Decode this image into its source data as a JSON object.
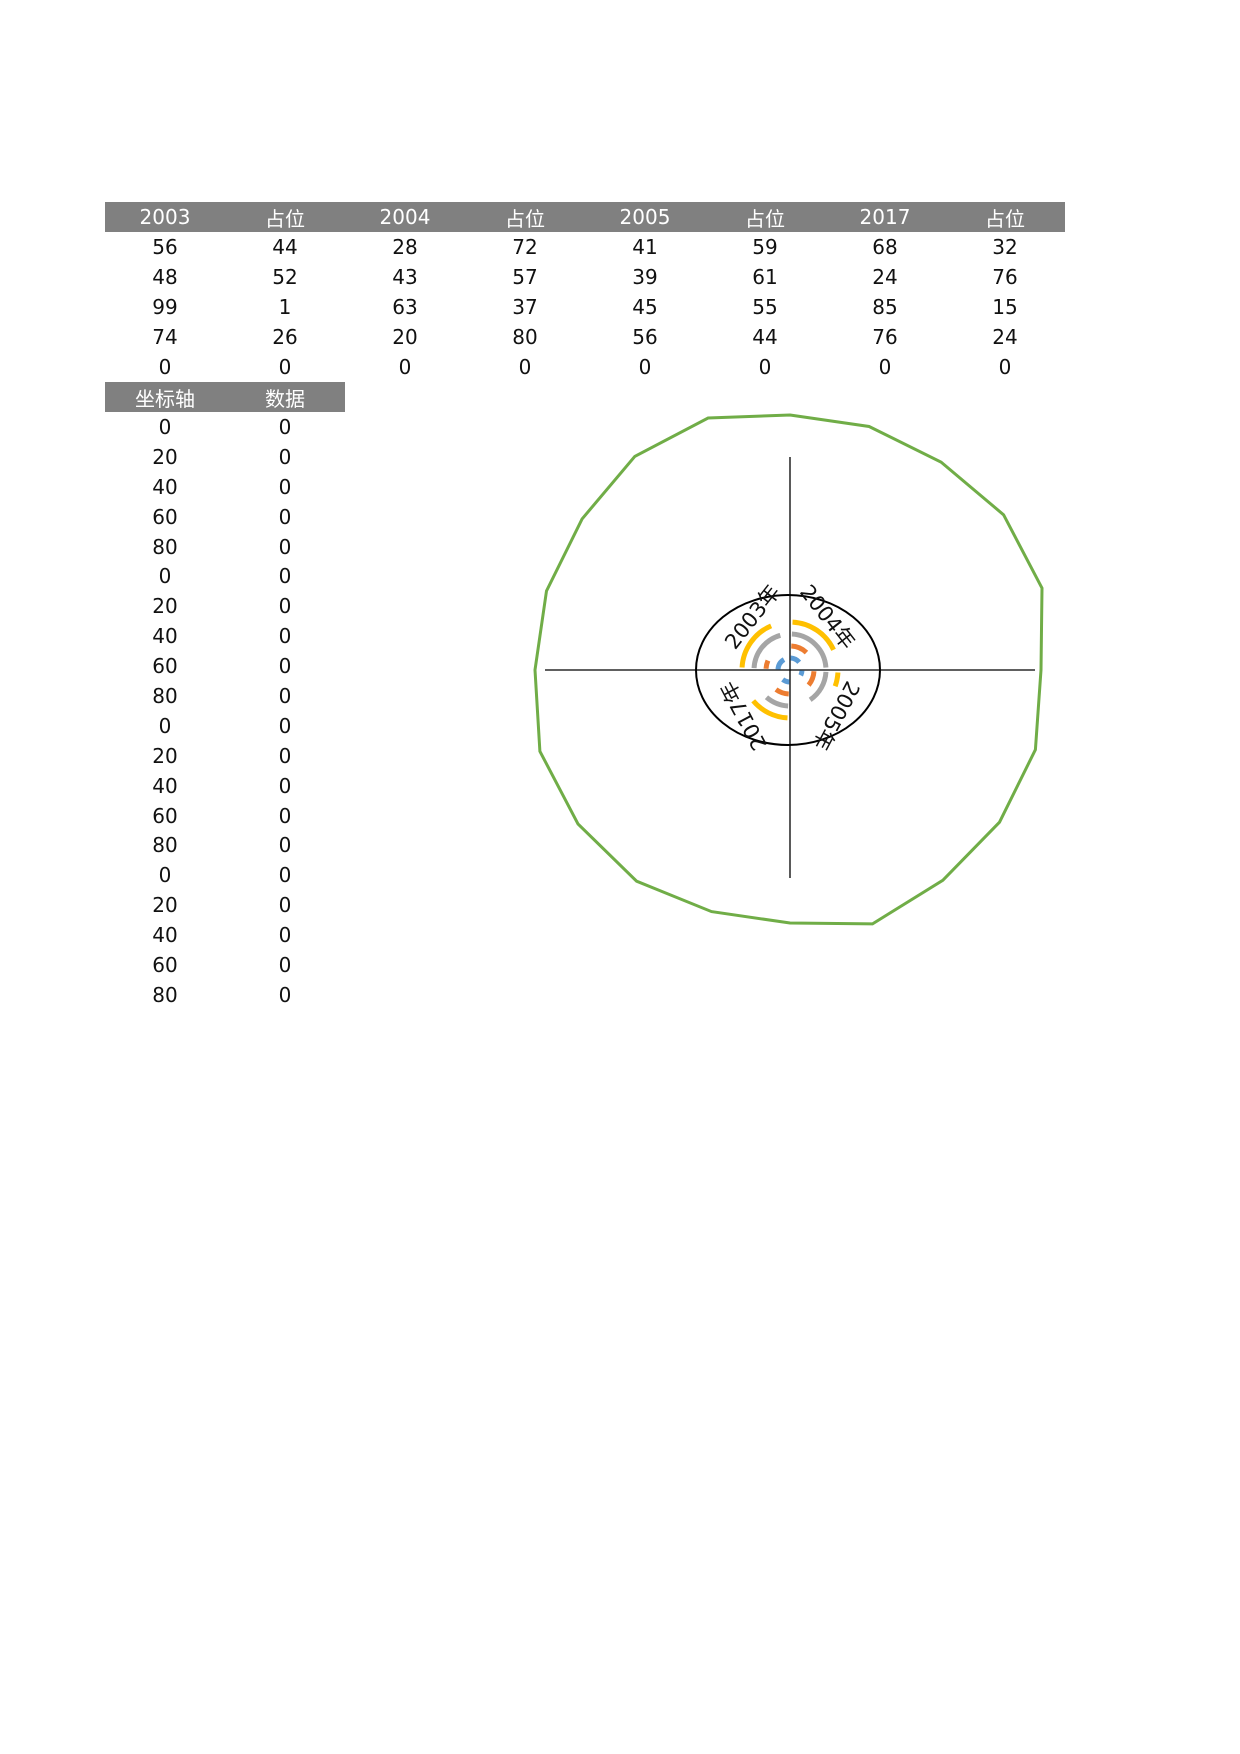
{
  "top_table": {
    "headers": [
      "2003",
      "占位",
      "2004",
      "占位",
      "2005",
      "占位",
      "2017",
      "占位"
    ],
    "rows": [
      [
        "56",
        "44",
        "28",
        "72",
        "41",
        "59",
        "68",
        "32"
      ],
      [
        "48",
        "52",
        "43",
        "57",
        "39",
        "61",
        "24",
        "76"
      ],
      [
        "99",
        "1",
        "63",
        "37",
        "45",
        "55",
        "85",
        "15"
      ],
      [
        "74",
        "26",
        "20",
        "80",
        "56",
        "44",
        "76",
        "24"
      ],
      [
        "0",
        "0",
        "0",
        "0",
        "0",
        "0",
        "0",
        "0"
      ]
    ]
  },
  "axis_table": {
    "headers": [
      "坐标轴",
      "数据"
    ],
    "rows": [
      [
        "0",
        "0"
      ],
      [
        "20",
        "0"
      ],
      [
        "40",
        "0"
      ],
      [
        "60",
        "0"
      ],
      [
        "80",
        "0"
      ],
      [
        "0",
        "0"
      ],
      [
        "20",
        "0"
      ],
      [
        "40",
        "0"
      ],
      [
        "60",
        "0"
      ],
      [
        "80",
        "0"
      ],
      [
        "0",
        "0"
      ],
      [
        "20",
        "0"
      ],
      [
        "40",
        "0"
      ],
      [
        "60",
        "0"
      ],
      [
        "80",
        "0"
      ],
      [
        "0",
        "0"
      ],
      [
        "20",
        "0"
      ],
      [
        "40",
        "0"
      ],
      [
        "60",
        "0"
      ],
      [
        "80",
        "0"
      ]
    ]
  },
  "chart_data": {
    "type": "radial-bar",
    "categories": [
      "2003年",
      "2004年",
      "2005年",
      "2017年"
    ],
    "series": [
      {
        "values": [
          56,
          28,
          41,
          68
        ],
        "color": "#5B9BD5"
      },
      {
        "values": [
          48,
          43,
          39,
          24
        ],
        "color": "#ED7D31"
      },
      {
        "values": [
          99,
          63,
          45,
          85
        ],
        "color": "#A5A5A5"
      },
      {
        "values": [
          74,
          20,
          56,
          76
        ],
        "color": "#FFC000"
      }
    ],
    "max": 100,
    "outer_ring": {
      "type": "radar-line",
      "values": [
        0,
        20,
        40,
        60,
        80,
        0,
        20,
        40,
        60,
        80,
        0,
        20,
        40,
        60,
        80,
        0,
        20,
        40,
        60,
        80
      ],
      "color": "#70AD47"
    },
    "axes_color": "#000000",
    "label_ring_color": "#000000"
  }
}
